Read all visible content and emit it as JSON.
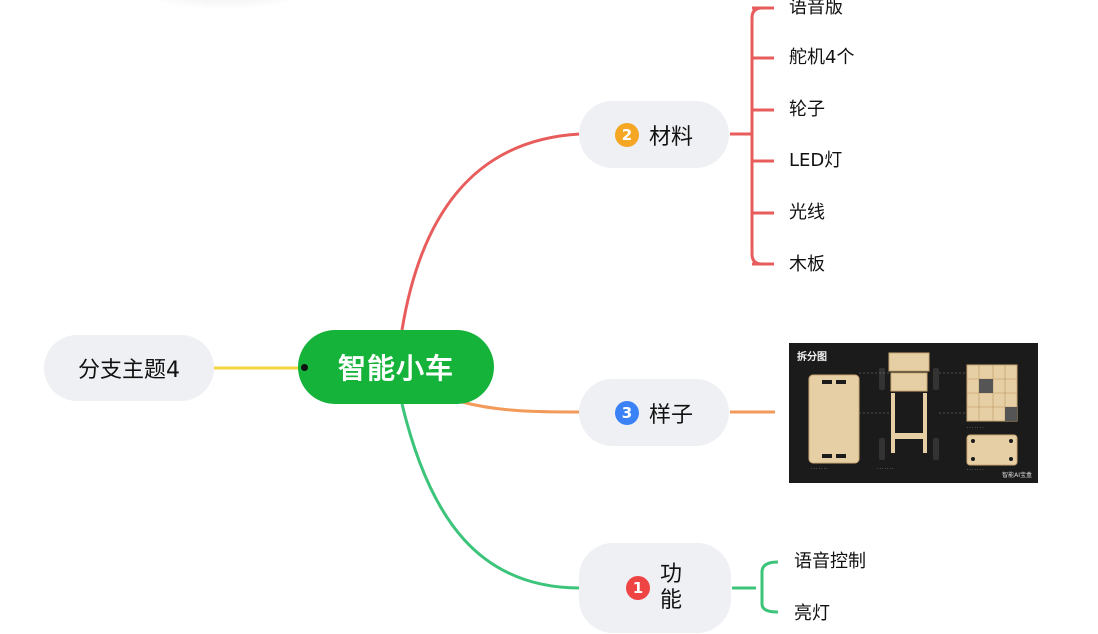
{
  "mindmap": {
    "root": "智能小车",
    "side_topic": "分支主题4",
    "branches": {
      "materials": {
        "badge": "2",
        "label": "材料",
        "color": "#e85c5c",
        "badge_color": "#f5a623",
        "items": [
          "语音版",
          "舵机4个",
          "轮子",
          "LED灯",
          "光线",
          "木板"
        ]
      },
      "sample": {
        "badge": "3",
        "label": "样子",
        "color": "#f29a5a",
        "badge_color": "#3b82f6",
        "image": {
          "title": "拆分图",
          "brand": "智能AI宝盒"
        }
      },
      "function": {
        "badge": "1",
        "label": "功能",
        "color": "#3cc47a",
        "badge_color": "#ef4444",
        "items": [
          "语音控制",
          "亮灯"
        ]
      }
    },
    "side_color": "#f5d442",
    "root_color": "#16b33b"
  }
}
